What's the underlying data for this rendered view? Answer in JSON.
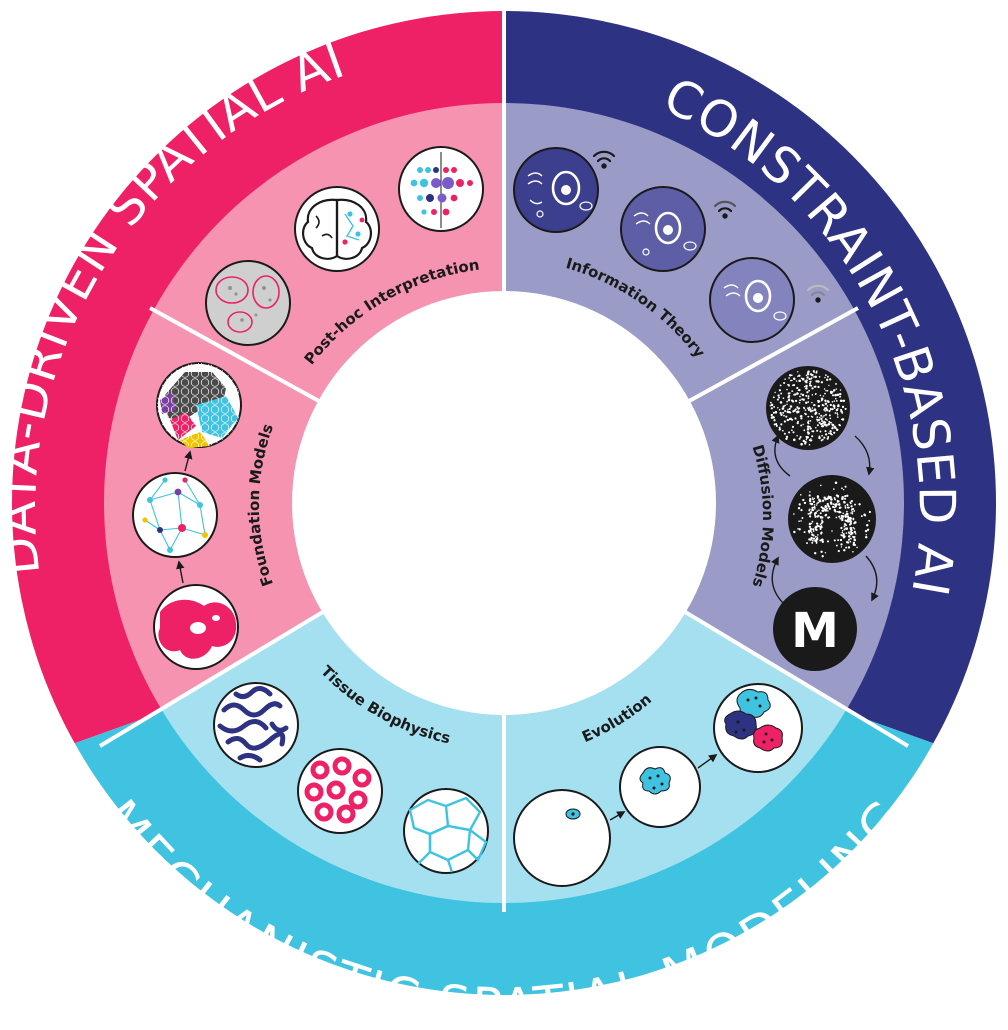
{
  "colors": {
    "data_driven_outer": "#ee2167",
    "data_driven_inner": "#f593b1",
    "constraint_outer": "#2e3283",
    "constraint_inner": "#9b9bc8",
    "mechanistic_outer": "#3fc3e0",
    "mechanistic_inner": "#a5e0f0",
    "divider": "#ffffff",
    "cell_dark": "#3c3e8e",
    "ink": "#1a1a1a"
  },
  "outer_titles": {
    "data_driven": "DATA-DRIVEN SPATIAL AI",
    "constraint_based": "CONSTRAINT-BASED AI",
    "mechanistic": "MECHANISTIC SPATIAL MODELING"
  },
  "sections": {
    "post_hoc": "Post-hoc Interpretation",
    "foundation": "Foundation Models",
    "information": "Information Theory",
    "diffusion": "Diffusion Models",
    "tissue": "Tissue Biophysics",
    "evolution": "Evolution"
  },
  "diffusion_letter": "M",
  "icons": {
    "signal": "wifi-signal-icon",
    "arrow": "arrow-icon"
  }
}
